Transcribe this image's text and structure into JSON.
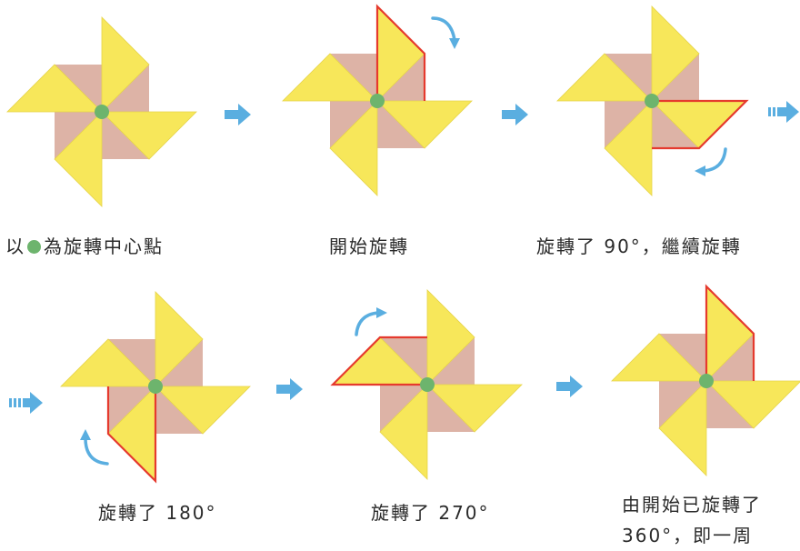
{
  "colors": {
    "blade_yellow": "#f7e75a",
    "blade_shadow": "#eedd3f",
    "square_pink": "#e8b9a6",
    "center_green": "#6db46d",
    "highlight_red": "#e53a2e",
    "arrow_blue": "#5aaee0"
  },
  "steps": [
    {
      "caption_before": "以",
      "caption_after": "為旋轉中心點",
      "rotation_deg": 0,
      "highlight": false
    },
    {
      "caption": "開始旋轉",
      "rotation_deg": 0,
      "highlight": true
    },
    {
      "caption": "旋轉了 90°，繼續旋轉",
      "rotation_deg": 90,
      "highlight": true
    },
    {
      "caption": "旋轉了 180°",
      "rotation_deg": 180,
      "highlight": true
    },
    {
      "caption": "旋轉了 270°",
      "rotation_deg": 270,
      "highlight": true
    },
    {
      "caption_line1": "由開始已旋轉了",
      "caption_line2": "360°，即一周",
      "rotation_deg": 360,
      "highlight": true
    }
  ]
}
